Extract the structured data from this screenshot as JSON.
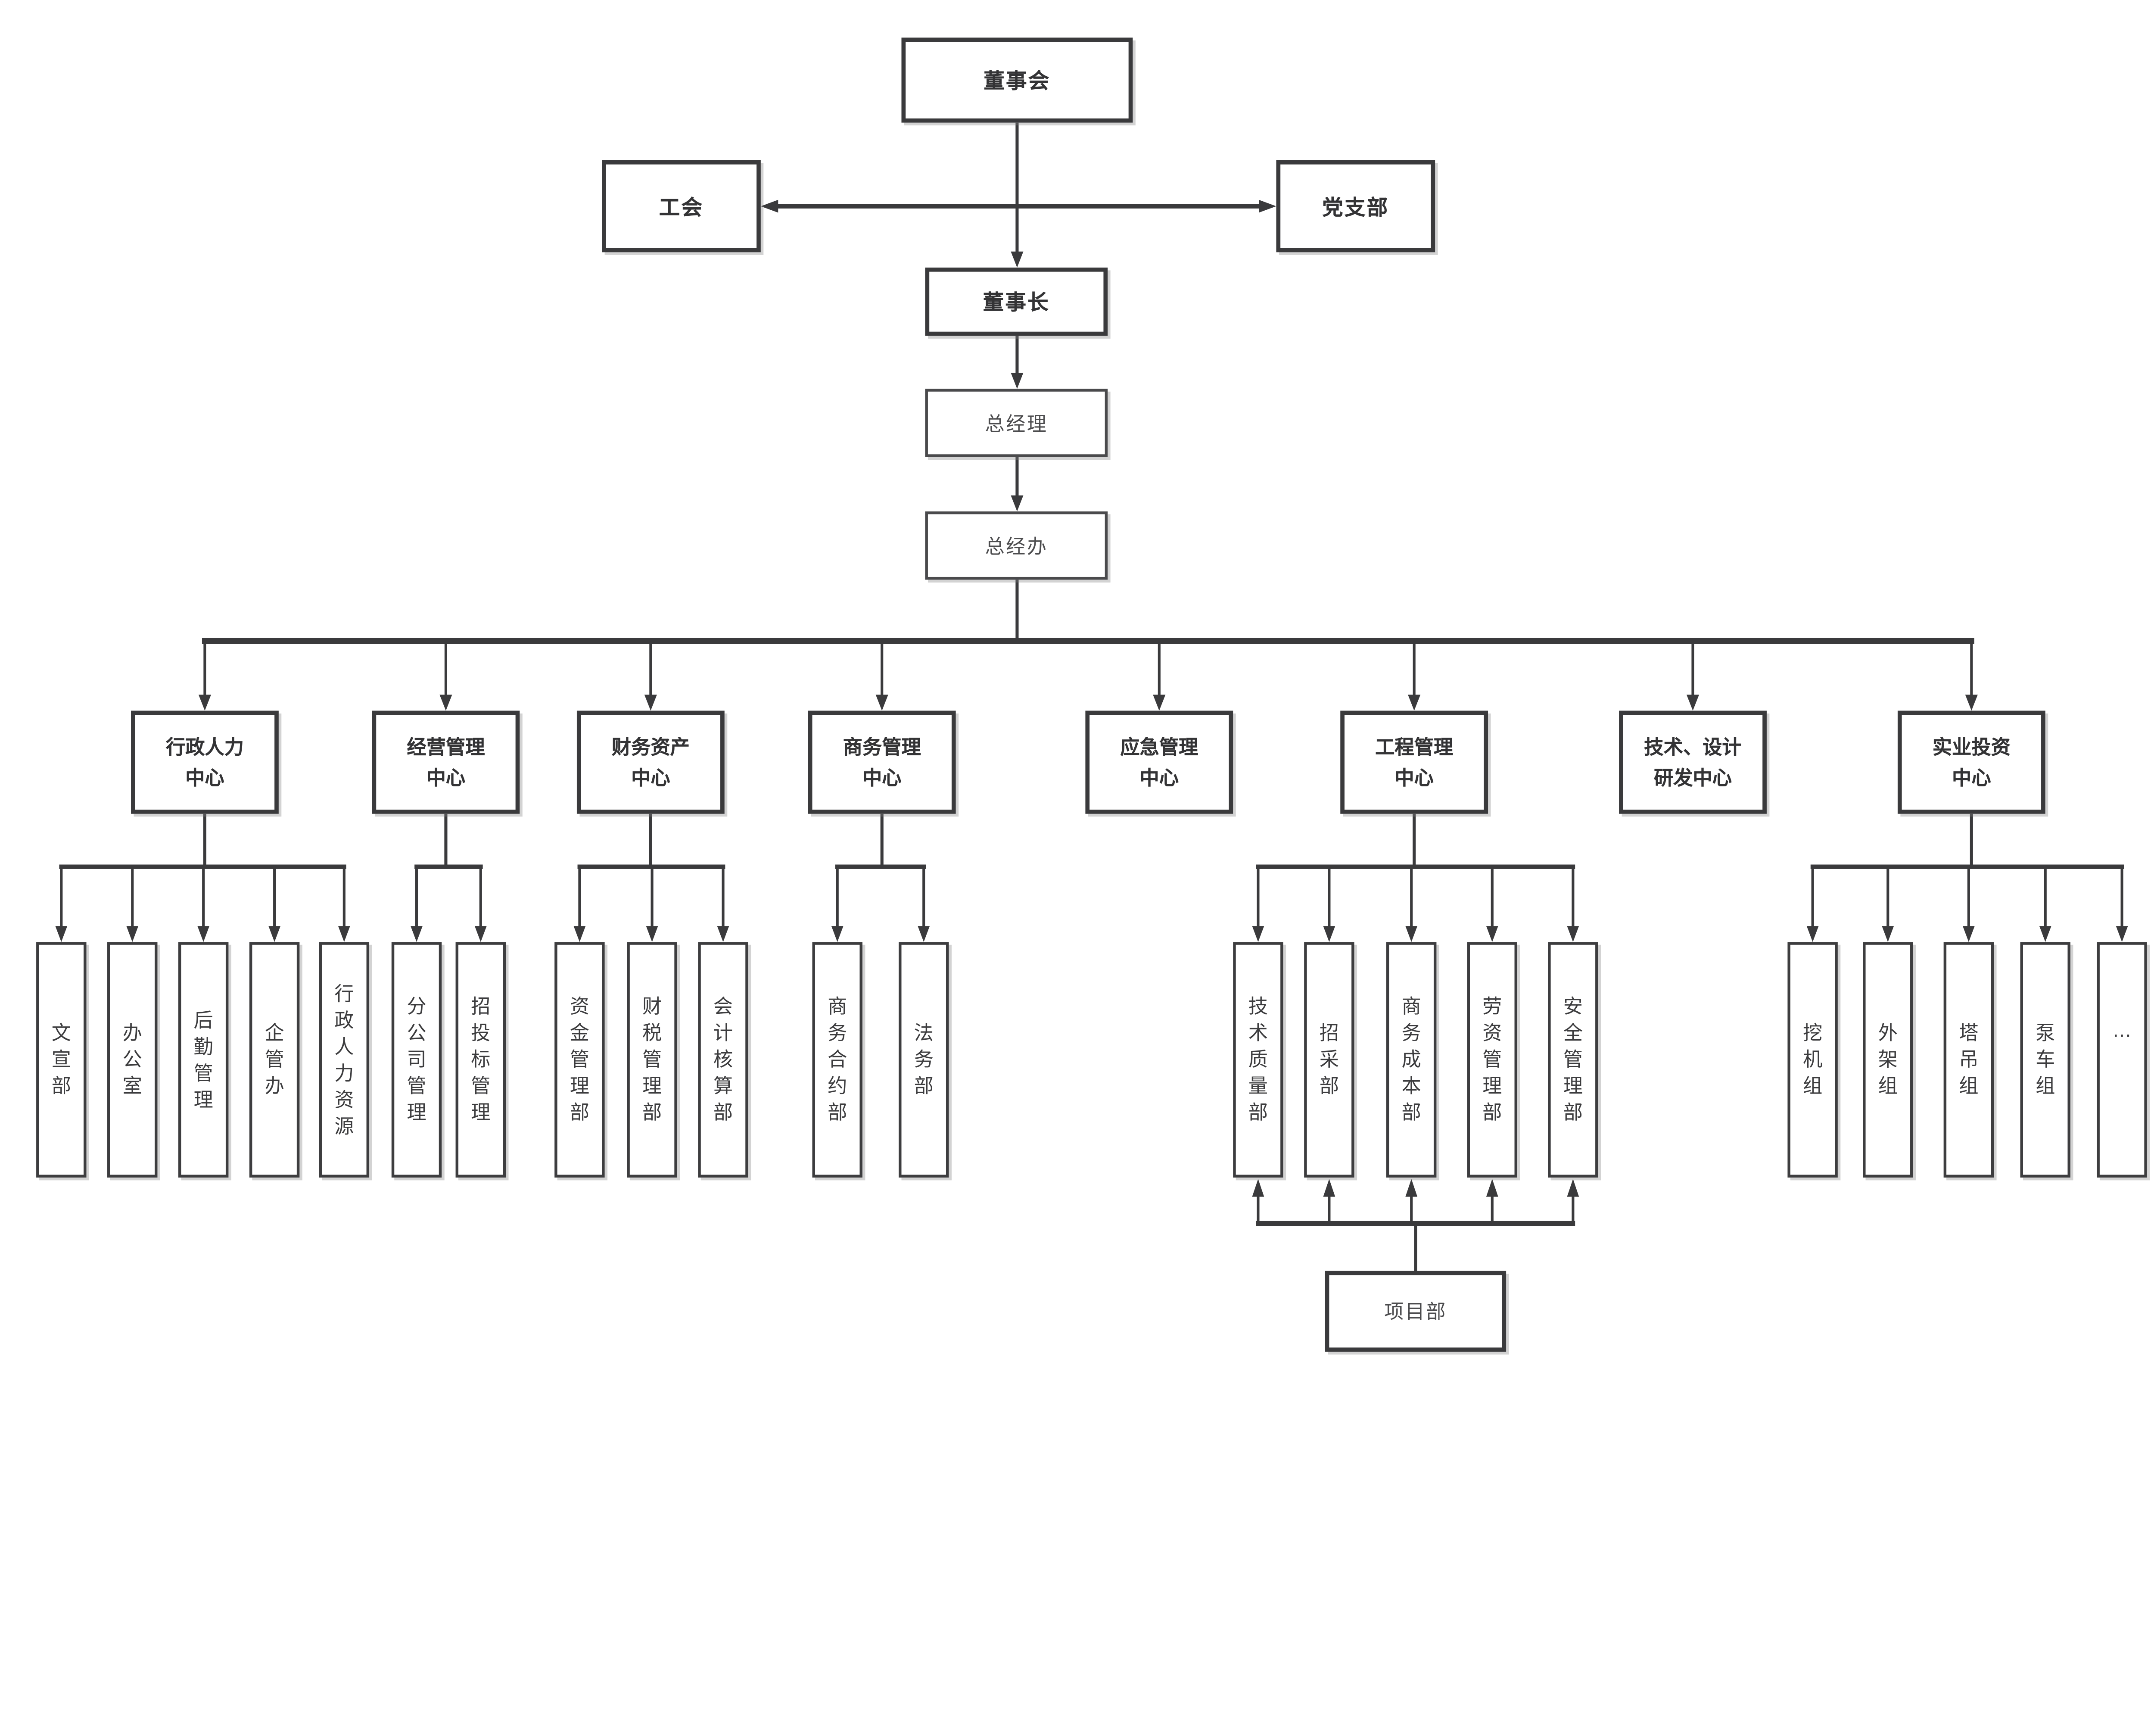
{
  "org_chart": {
    "board": "董事会",
    "labor_union": "工会",
    "party_branch": "党支部",
    "chairman": "董事长",
    "general_manager": "总经理",
    "gm_office": "总经办",
    "project_department": "项目部",
    "centers": [
      {
        "line1": "行政人力",
        "line2": "中心",
        "children": [
          "文宣部",
          "办公室",
          "后勤管理",
          "企管办",
          "行政人力资源"
        ]
      },
      {
        "line1": "经营管理",
        "line2": "中心",
        "children": [
          "分公司管理",
          "招投标管理"
        ]
      },
      {
        "line1": "财务资产",
        "line2": "中心",
        "children": [
          "资金管理部",
          "财税管理部",
          "会计核算部"
        ]
      },
      {
        "line1": "商务管理",
        "line2": "中心",
        "children": [
          "商务合约部",
          "法务部"
        ]
      },
      {
        "line1": "应急管理",
        "line2": "中心",
        "children": []
      },
      {
        "line1": "工程管理",
        "line2": "中心",
        "children": [
          "技术质量部",
          "招采部",
          "商务成本部",
          "劳资管理部",
          "安全管理部"
        ]
      },
      {
        "line1": "技术、设计",
        "line2": "研发中心",
        "children": []
      },
      {
        "line1": "实业投资",
        "line2": "中心",
        "children": [
          "挖机组",
          "外架组",
          "塔吊组",
          "泵车组",
          "…"
        ]
      }
    ],
    "colors": {
      "line": "#3a3a3c",
      "text": "#3c3c3e",
      "background": "#ffffff"
    }
  }
}
